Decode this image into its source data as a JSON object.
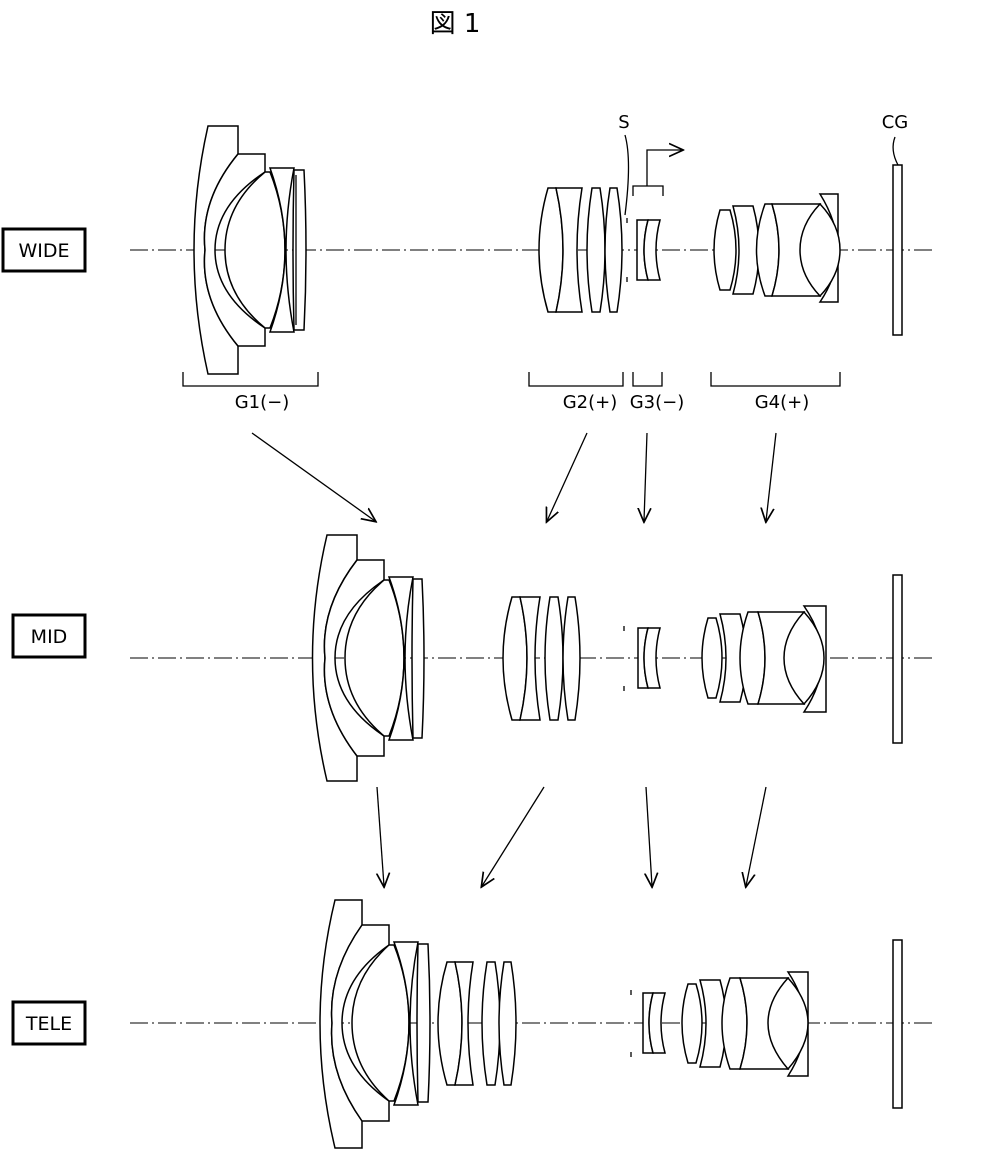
{
  "figure": {
    "title": "図 1"
  },
  "states": [
    {
      "id": "wide",
      "label": "WIDE"
    },
    {
      "id": "mid",
      "label": "MID"
    },
    {
      "id": "tele",
      "label": "TELE"
    }
  ],
  "groups": [
    {
      "id": "g1",
      "label": "G1(−)"
    },
    {
      "id": "g2",
      "label": "G2(+)"
    },
    {
      "id": "g3",
      "label": "G3(−)"
    },
    {
      "id": "g4",
      "label": "G4(+)"
    }
  ],
  "markers": {
    "stop": "S",
    "cover_glass": "CG"
  }
}
